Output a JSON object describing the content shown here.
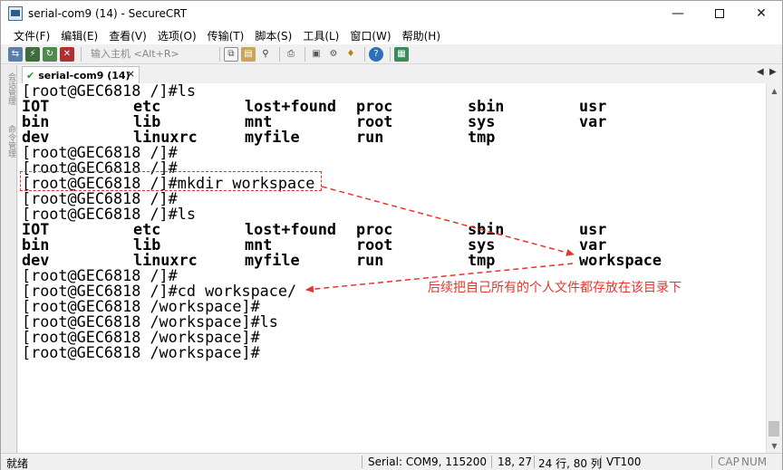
{
  "window": {
    "title": "serial-com9 (14) - SecureCRT"
  },
  "menu": [
    "文件(F)",
    "编辑(E)",
    "查看(V)",
    "选项(O)",
    "传输(T)",
    "脚本(S)",
    "工具(L)",
    "窗口(W)",
    "帮助(H)"
  ],
  "toolbar": {
    "quick_connect_placeholder": "输入主机 <Alt+R>"
  },
  "sidebar": {
    "tab1": "会话管理",
    "tab2": "命令管理"
  },
  "tab": {
    "label": "serial-com9 (14)",
    "close": "×"
  },
  "terminal": {
    "lines": [
      "[root@GEC6818 /]#ls",
      "",
      "",
      "",
      "[root@GEC6818 /]#",
      "[root@GEC6818 /]#",
      "[root@GEC6818 /]#mkdir workspace",
      "[root@GEC6818 /]#",
      "[root@GEC6818 /]#ls",
      "",
      "",
      "",
      "[root@GEC6818 /]#",
      "[root@GEC6818 /]#cd workspace/",
      "[root@GEC6818 /workspace]#",
      "[root@GEC6818 /workspace]#ls",
      "[root@GEC6818 /workspace]#",
      "[root@GEC6818 /workspace]#"
    ],
    "listing1": [
      [
        "IOT",
        "etc",
        "lost+found",
        "proc",
        "sbin",
        "usr"
      ],
      [
        "bin",
        "lib",
        "mnt",
        "root",
        "sys",
        "var"
      ],
      [
        "dev",
        "linuxrc",
        "myfile",
        "run",
        "tmp",
        ""
      ]
    ],
    "listing2": [
      [
        "IOT",
        "etc",
        "lost+found",
        "proc",
        "sbin",
        "usr"
      ],
      [
        "bin",
        "lib",
        "mnt",
        "root",
        "sys",
        "var"
      ],
      [
        "dev",
        "linuxrc",
        "myfile",
        "run",
        "tmp",
        "workspace"
      ]
    ]
  },
  "annotation": {
    "text": "后续把自己所有的个人文件都存放在该目录下",
    "color": "#e8342a"
  },
  "status": {
    "ready": "就绪",
    "connection": "Serial: COM9, 115200",
    "cursor": "18,  27",
    "size": "24 行, 80 列",
    "emulation": "VT100",
    "caps": "CAP",
    "num": "NUM"
  }
}
